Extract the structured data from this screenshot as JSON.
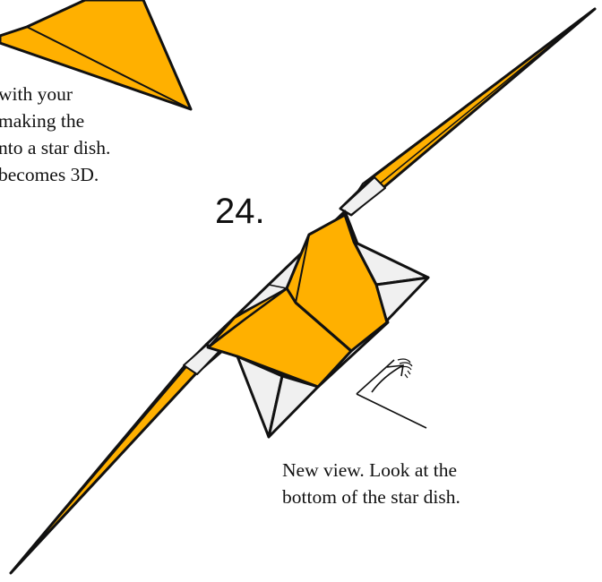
{
  "step": {
    "number": "24."
  },
  "previous_caption": {
    "lines": [
      "with your",
      "making the",
      "nto a star dish.",
      "becomes 3D."
    ]
  },
  "caption": {
    "lines": [
      "New view.  Look at the",
      "bottom of the star dish."
    ]
  },
  "colors": {
    "paper_color": "#ffb000",
    "paper_white": "#f0f0f0",
    "outline": "#111111"
  },
  "icons": {
    "view": "eye-viewpoint-icon"
  }
}
